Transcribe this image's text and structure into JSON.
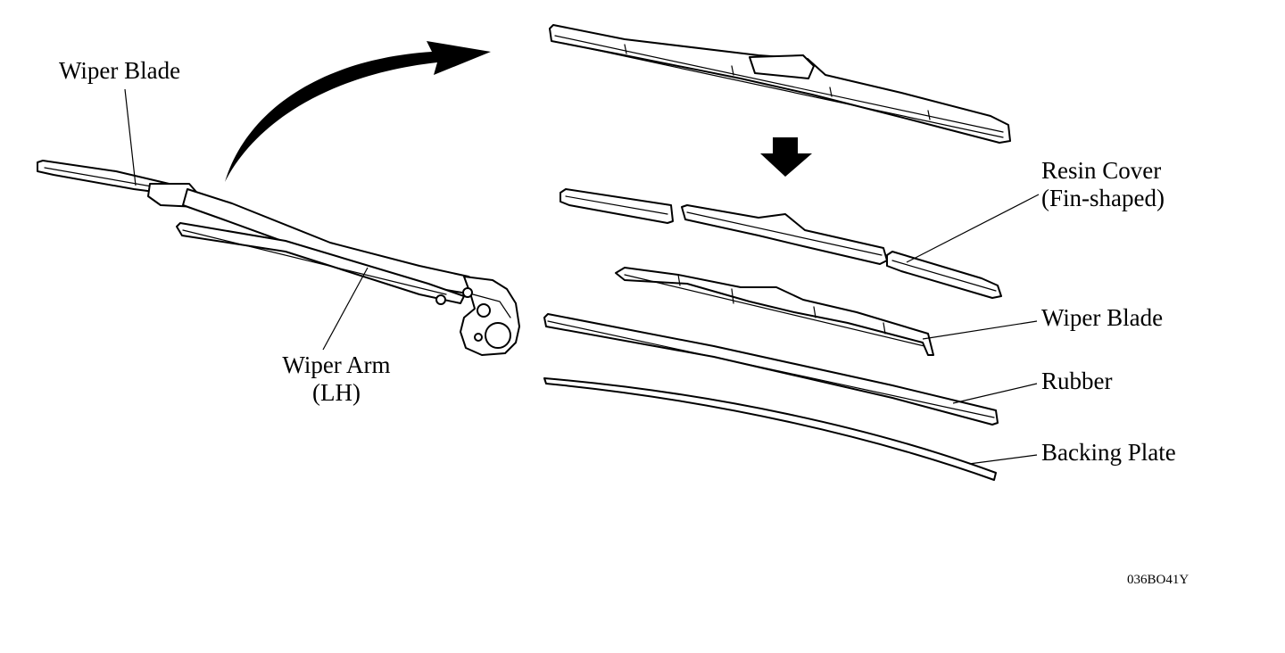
{
  "labels": {
    "wiper_blade_left": "Wiper Blade",
    "wiper_arm_line1": "Wiper Arm",
    "wiper_arm_line2": "(LH)",
    "resin_cover_line1": "Resin Cover",
    "resin_cover_line2": "(Fin-shaped)",
    "wiper_blade_right": "Wiper Blade",
    "rubber": "Rubber",
    "backing_plate": "Backing Plate"
  },
  "figure_code": "036BO41Y"
}
